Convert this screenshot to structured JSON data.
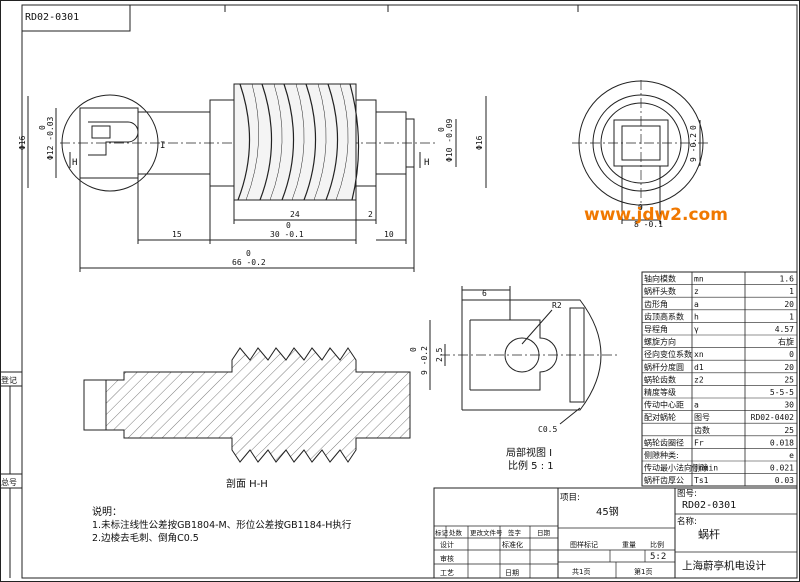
{
  "drawing_code": "RD02-0301",
  "watermark": "www.jdw2.com",
  "main_view": {
    "dims": [
      "Φ16",
      "Φ12 -0.03",
      "0",
      "24",
      "2",
      "15",
      "0",
      "30 -0.1",
      "10",
      "0",
      "66 -0.2",
      "Φ10 -0.09",
      "0",
      "Φ16"
    ],
    "section_letters": [
      "I",
      "H",
      "H"
    ]
  },
  "end_view": {
    "dims": [
      "0",
      "9 -0.2",
      "0",
      "8 -0.1"
    ]
  },
  "detail_view": {
    "dims": [
      "6",
      "R2",
      "0",
      "9 -0.2",
      "2.5",
      "C0.5"
    ],
    "title": "局部视图 I",
    "scale": "比例 5 : 1"
  },
  "section_view": {
    "title": "剖面 H-H"
  },
  "notes": {
    "heading": "说明：",
    "lines": [
      "1.未标注线性公差按GB1804-M、形位公差按GB1184-H执行",
      "2.边棱去毛刺、倒角C0.5"
    ]
  },
  "params_table": [
    [
      "轴向模数",
      "mn",
      "1.6"
    ],
    [
      "蜗杆头数",
      "z",
      "1"
    ],
    [
      "齿形角",
      "a",
      "20"
    ],
    [
      "齿顶高系数",
      "h",
      "1"
    ],
    [
      "导程角",
      "γ",
      "4.57"
    ],
    [
      "螺旋方向",
      "",
      "右旋"
    ],
    [
      "径向变位系数",
      "xn",
      "0"
    ],
    [
      "蜗杆分度圆",
      "d1",
      "20"
    ],
    [
      "蜗轮齿数",
      "z2",
      "25"
    ],
    [
      "精度等级",
      "",
      "5-5-5"
    ],
    [
      "传动中心距",
      "a",
      "30"
    ],
    [
      "配对蜗轮",
      "图号",
      "RD02-0402"
    ],
    [
      "",
      "齿数",
      "25"
    ],
    [
      "蜗轮齿圈径",
      "Fr",
      "0.018"
    ],
    [
      "侧隙种类:",
      "",
      "e"
    ],
    [
      "传动最小法向侧隙",
      "jnmin",
      "0.021"
    ],
    [
      "蜗杆齿厚公",
      "Ts1",
      "0.03"
    ]
  ],
  "title_block": {
    "project_label": "项目:",
    "material": "45钢",
    "drawing_no_label": "图号:",
    "drawing_no": "RD02-0301",
    "name_label": "名称:",
    "name": "蜗杆",
    "company": "上海蔚亭机电设计",
    "rev_headers": [
      "标记",
      "处数",
      "更改文件号",
      "签字",
      "日期"
    ],
    "design": "设计",
    "standardize": "标准化",
    "review": "审核",
    "craft": "工艺",
    "date": "日期",
    "stage_mark": "图样标记",
    "weight": "重量",
    "scale_label": "比例",
    "scale": "5:2",
    "total_sheets": "共1页",
    "sheet_no": "第1页"
  },
  "left_margin": [
    "登记",
    "总号"
  ]
}
